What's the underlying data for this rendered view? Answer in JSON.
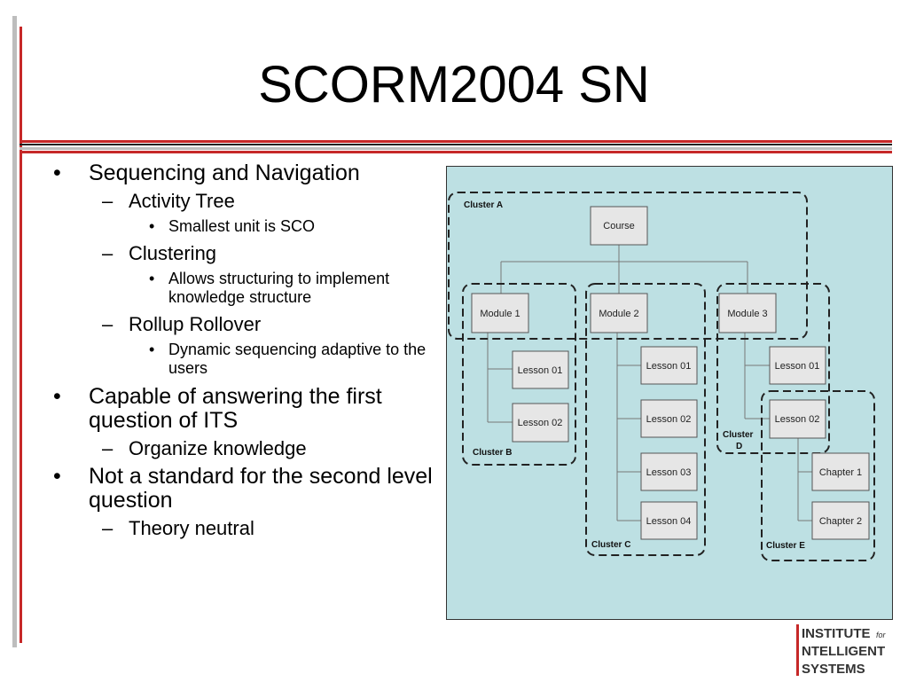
{
  "slide": {
    "title": "SCORM2004 SN",
    "bullets": [
      {
        "level": 1,
        "text": "Sequencing and Navigation"
      },
      {
        "level": 2,
        "text": "Activity Tree"
      },
      {
        "level": 3,
        "text": "Smallest unit is SCO"
      },
      {
        "level": 2,
        "text": "Clustering"
      },
      {
        "level": 3,
        "text": "Allows structuring to implement knowledge structure"
      },
      {
        "level": 2,
        "text": "Rollup Rollover"
      },
      {
        "level": 3,
        "text": "Dynamic sequencing adaptive to the users"
      },
      {
        "level": 1,
        "text": "Capable of answering the first question of ITS"
      },
      {
        "level": 2,
        "text": "Organize knowledge"
      },
      {
        "level": 1,
        "text": "Not a standard for the second level question"
      },
      {
        "level": 2,
        "text": "Theory neutral"
      }
    ]
  },
  "diagram": {
    "colors": {
      "background": "#bde0e3",
      "node_fill": "#e6e6e6",
      "border": "#555555",
      "accent": "#c62828"
    },
    "nodes": {
      "course": "Course",
      "module_1": "Module 1",
      "module_2": "Module 2",
      "module_3": "Module 3",
      "m1_lesson_01": "Lesson 01",
      "m1_lesson_02": "Lesson 02",
      "m2_lesson_01": "Lesson 01",
      "m2_lesson_02": "Lesson 02",
      "m2_lesson_03": "Lesson 03",
      "m2_lesson_04": "Lesson 04",
      "m3_lesson_01": "Lesson 01",
      "m3_lesson_02": "Lesson 02",
      "chapter_1": "Chapter 1",
      "chapter_2": "Chapter 2"
    },
    "clusters": {
      "a": "Cluster A",
      "b": "Cluster B",
      "c": "Cluster C",
      "d_line1": "Cluster",
      "d_line2": "D",
      "e": "Cluster E"
    }
  },
  "logo": {
    "line1": "INSTITUTE",
    "line1_small": "for",
    "line2": "NTELLIGENT",
    "line3": "SYSTEMS"
  }
}
